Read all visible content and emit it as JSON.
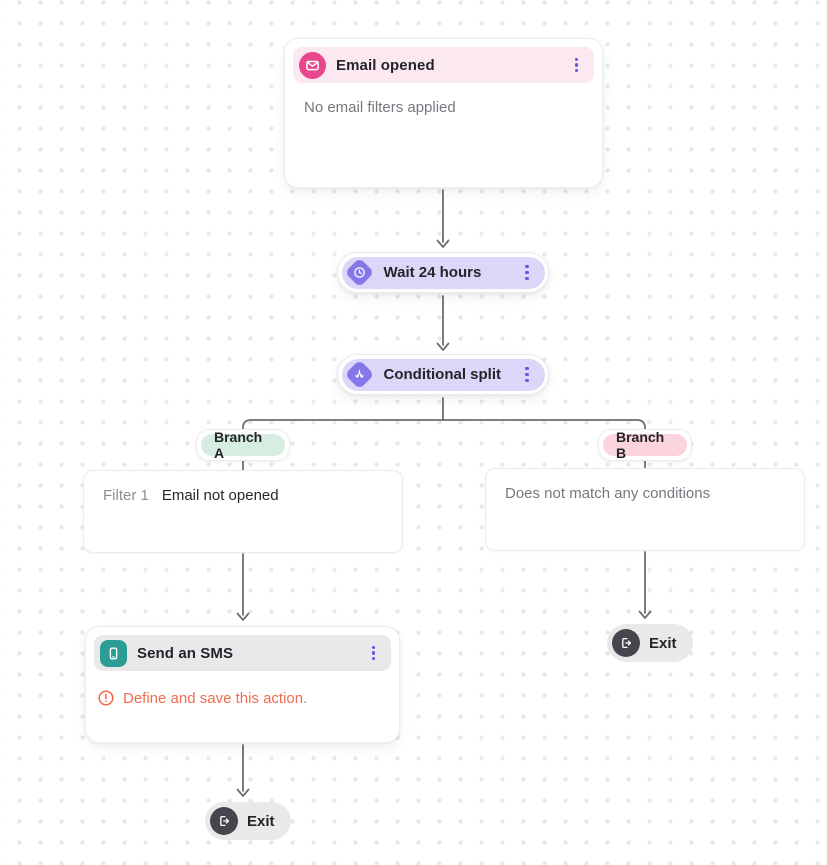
{
  "colors": {
    "trigger_accent": "#E8478D",
    "trigger_header_bg": "#FCE8F1",
    "flow_accent": "#8477E8",
    "flow_pill_bg": "#DCD7F9",
    "kebab_dots": "#6156E2",
    "branch_a_bg": "#D8EDE2",
    "branch_b_bg": "#FBD4DE",
    "sms_accent": "#2A9D95",
    "action_header_bg": "#E9E9EB",
    "warning": "#F26B4F",
    "exit_pill_bg": "#E9E9EA",
    "exit_icon_bg": "#46464E",
    "connector": "#6E6E6E",
    "dot_grid": "#E8E8E8"
  },
  "nodes": {
    "email_trigger": {
      "title": "Email opened",
      "body": "No email filters applied",
      "icon": "email-icon"
    },
    "wait": {
      "label": "Wait 24 hours",
      "icon": "clock-icon"
    },
    "conditional_split": {
      "label": "Conditional split",
      "icon": "split-icon"
    },
    "branch_a": {
      "label": "Branch A",
      "filter_label": "Filter 1",
      "filter_value": "Email not opened"
    },
    "branch_b": {
      "label": "Branch B",
      "body": "Does not match any conditions"
    },
    "send_sms": {
      "title": "Send an SMS",
      "warning": "Define and save this action.",
      "icon": "smartphone-icon",
      "warning_icon": "alert-circle-icon"
    },
    "exit_branch_b": {
      "label": "Exit",
      "icon": "exit-icon"
    },
    "exit_branch_a": {
      "label": "Exit",
      "icon": "exit-icon"
    }
  }
}
